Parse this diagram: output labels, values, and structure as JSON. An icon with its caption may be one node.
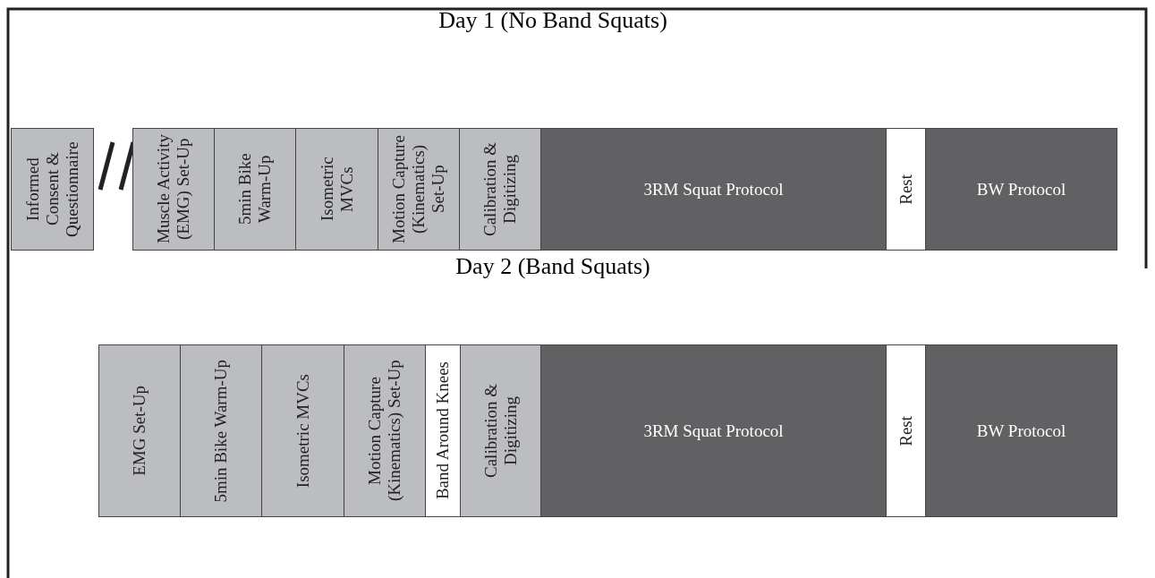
{
  "diagram": {
    "nodes": [
      {
        "text": [
          "Informed Consent & Questionnaire"
        ]
      },
      {
        "text": [
          "Muscle Activity (EMG) Set-Up"
        ]
      },
      {
        "text": [
          "5min Bike Warm-Up"
        ]
      },
      {
        "text": [
          "Isometric MVCs"
        ]
      },
      {
        "text": [
          "Motion Capture (Kinematics) Set-Up"
        ]
      },
      {
        "text": [
          "Calibration & Digitizing"
        ]
      },
      {
        "text": [
          "3RM Squat Protocol"
        ]
      },
      {
        "text": [
          "Rest"
        ]
      },
      {
        "text": [
          "BW Protocol"
        ]
      },
      {
        "text": [
          "EMG Set-Up"
        ]
      },
      {
        "text": [
          "5min Bike Warm-Up"
        ]
      },
      {
        "text": [
          "Isometric MVCs"
        ]
      },
      {
        "text": [
          "Motion Capture (Kinematics) Set-Up"
        ]
      },
      {
        "text": [
          "Band Around Knees"
        ]
      },
      {
        "text": [
          "Calibration & Digitizing"
        ]
      },
      {
        "text": [
          "3RM Squat Protocol"
        ]
      },
      {
        "text": [
          "Rest"
        ]
      },
      {
        "text": [
          "BW Protocol"
        ]
      }
    ],
    "edges": [],
    "labels": [
      "Day 1 (No Band Squats)",
      "Day 2 (Band Squats)"
    ]
  }
}
